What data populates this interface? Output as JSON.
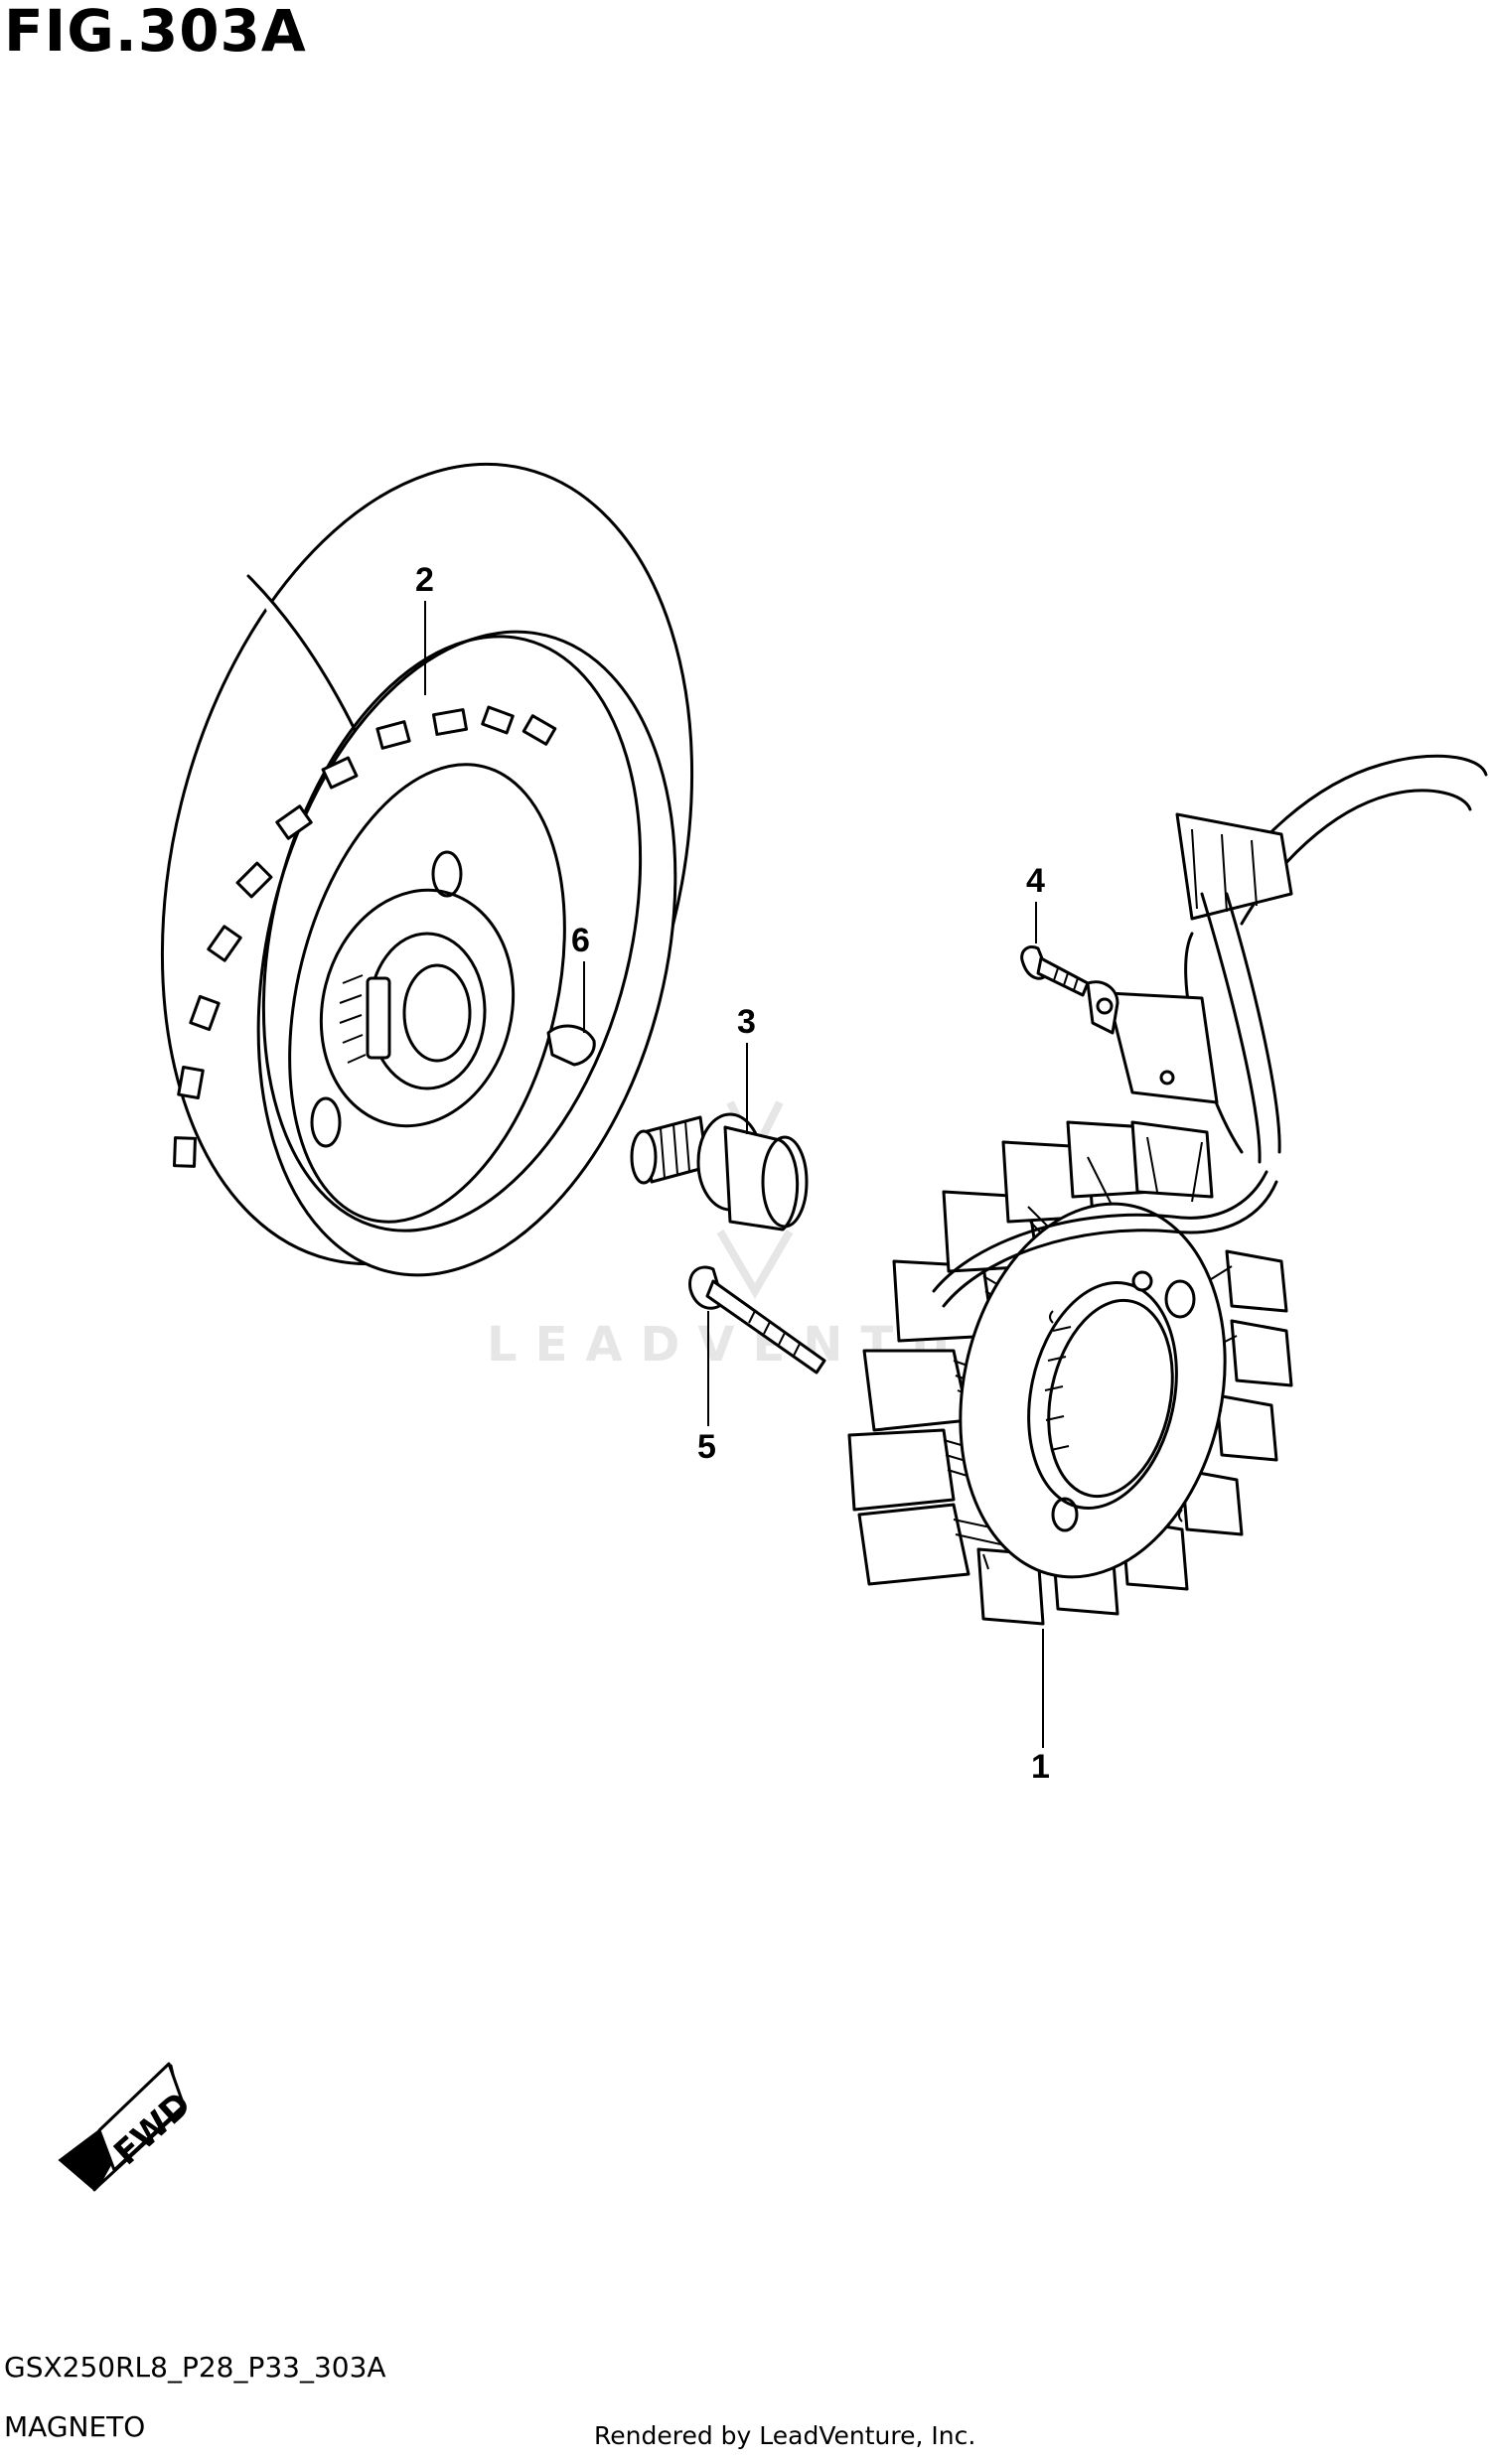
{
  "figure": {
    "title": "FIG.303A",
    "model_code": "GSX250RL8_P28_P33_303A",
    "section_name": "MAGNETO",
    "credit": "Rendered by LeadVenture, Inc.",
    "watermark": "LEADVENTURE",
    "fwd_label": "FWD"
  },
  "callouts": [
    {
      "id": "1",
      "label": "1",
      "part": "stator"
    },
    {
      "id": "2",
      "label": "2",
      "part": "flywheel-rotor"
    },
    {
      "id": "3",
      "label": "3",
      "part": "rotor-bolt"
    },
    {
      "id": "4",
      "label": "4",
      "part": "pickup-screw"
    },
    {
      "id": "5",
      "label": "5",
      "part": "stator-screw"
    },
    {
      "id": "6",
      "label": "6",
      "part": "woodruff-key"
    }
  ]
}
